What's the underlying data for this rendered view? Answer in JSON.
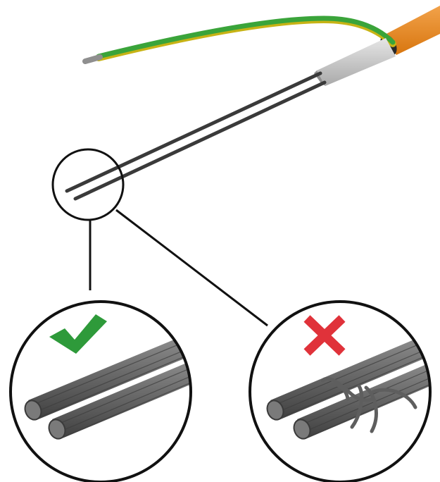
{
  "colors": {
    "background": "#ffffff",
    "outer_sheath": "#e8891e",
    "earth_wire": "#3aa43a",
    "earth_wire_stripe": "#d9c21a",
    "inner_sheath": "#c9c9c9",
    "conductor": "#3a3a3a",
    "callout_line": "#111111",
    "ok_mark": "#2e9a3a",
    "bad_mark": "#e0323a",
    "strand_dark": "#4f4f4f",
    "strand_light": "#8a8a8a"
  },
  "icons": {
    "correct": "check-mark-icon",
    "incorrect": "cross-mark-icon"
  },
  "panels": {
    "detail": "conductor-tips-detail",
    "correct": "neat-stranded-conductors",
    "incorrect": "frayed-stranded-conductors"
  }
}
